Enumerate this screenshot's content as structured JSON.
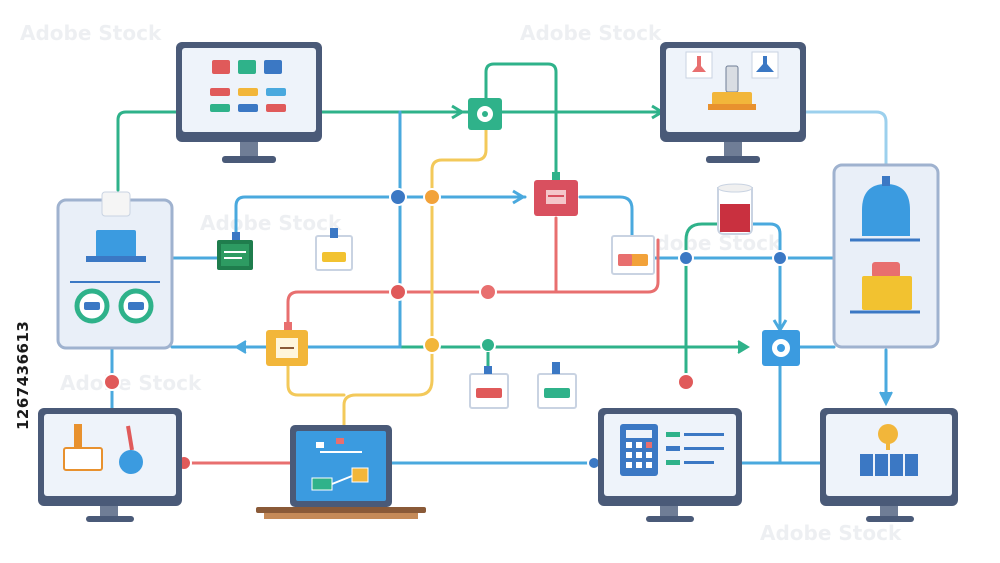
{
  "watermark": {
    "stock_id": "1267436613",
    "tiles": [
      "Adobe Stock",
      "Adobe Stock",
      "Adobe Stock",
      "Adobe Stock",
      "Adobe Stock",
      "Adobe Stock"
    ]
  },
  "colors": {
    "green_line": "#2fb28a",
    "blue_line": "#4aa9de",
    "red_line": "#e86f6f",
    "yellow_line": "#f3c95a",
    "monitor_frame": "#4a5a78",
    "screen_fill": "#eef3fa",
    "panel_fill": "#e9eff8"
  },
  "nodes": [
    {
      "name": "top-left-monitor",
      "icon": "dashboard-grid-icon"
    },
    {
      "name": "top-right-monitor",
      "icon": "lab-equipment-icon"
    },
    {
      "name": "left-panel",
      "icon": "control-valves-icon"
    },
    {
      "name": "right-panel",
      "icon": "storage-tank-icon"
    },
    {
      "name": "bottom-left-monitor",
      "icon": "tools-icon"
    },
    {
      "name": "center-laptop",
      "icon": "workflow-icon"
    },
    {
      "name": "bottom-center-monitor",
      "icon": "calculator-report-icon"
    },
    {
      "name": "bottom-right-monitor",
      "icon": "data-blocks-icon"
    },
    {
      "name": "green-hub-node",
      "icon": "gear-node-icon"
    },
    {
      "name": "red-processor-node",
      "icon": "server-node-icon"
    },
    {
      "name": "orange-module-node",
      "icon": "chip-node-icon"
    },
    {
      "name": "blue-gear-node",
      "icon": "settings-node-icon"
    },
    {
      "name": "fluid-container-node",
      "icon": "beaker-icon"
    }
  ]
}
